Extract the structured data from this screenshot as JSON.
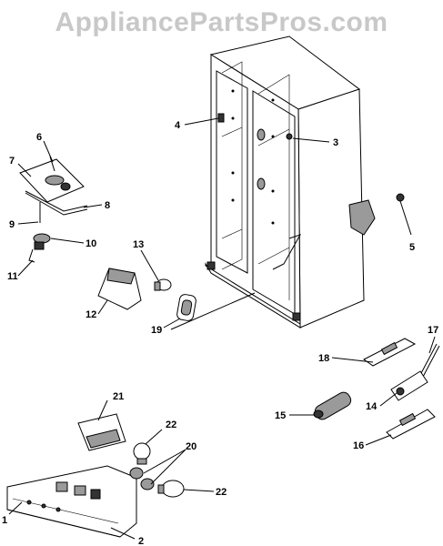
{
  "watermark": "AppliancePartsPros.com",
  "callouts": [
    "1",
    "2",
    "3",
    "4",
    "5",
    "6",
    "7",
    "8",
    "9",
    "10",
    "11",
    "12",
    "13",
    "14",
    "15",
    "16",
    "17",
    "18",
    "19",
    "20",
    "21",
    "22",
    "22"
  ],
  "colors": {
    "ink": "#000000",
    "watermark": "#c8c8c8",
    "shade": "#9a9a9a"
  }
}
